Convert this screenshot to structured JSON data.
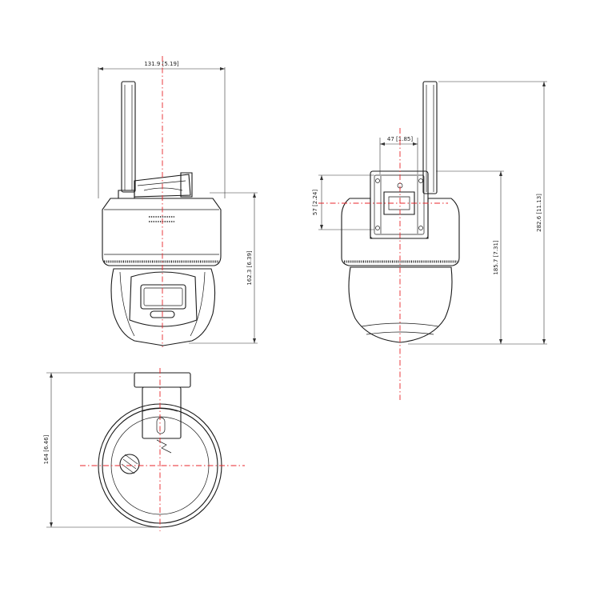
{
  "dimensions": {
    "front_width": "131.9 [5.19]",
    "front_height": "162.3 [6.39]",
    "bracket_width": "47 [1.85]",
    "bracket_height": "57 [2.24]",
    "side_body_height": "185.7 [7.31]",
    "total_height": "282.6 [11.13]",
    "top_diameter": "164 [6.46]"
  },
  "colors": {
    "outline": "#1a1a1a",
    "center_line": "#e8262b",
    "dimension_line": "#333333"
  }
}
